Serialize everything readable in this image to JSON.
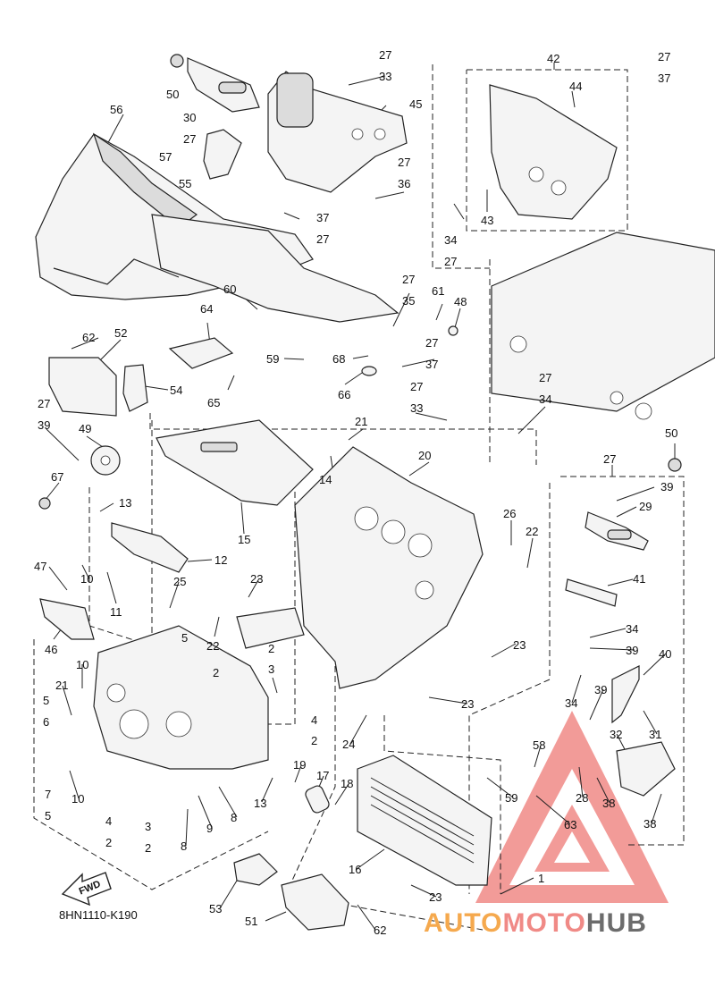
{
  "diagram": {
    "code": "8HN1110-K190",
    "fwd_label": "FWD",
    "callouts": [
      {
        "id": "n27a",
        "text": "27"
      },
      {
        "id": "n33a",
        "text": "33"
      },
      {
        "id": "n50a",
        "text": "50"
      },
      {
        "id": "n30",
        "text": "30"
      },
      {
        "id": "n27b",
        "text": "27"
      },
      {
        "id": "n45",
        "text": "45"
      },
      {
        "id": "n42",
        "text": "42"
      },
      {
        "id": "n27c",
        "text": "27"
      },
      {
        "id": "n37a",
        "text": "37"
      },
      {
        "id": "n44",
        "text": "44"
      },
      {
        "id": "n56",
        "text": "56"
      },
      {
        "id": "n57",
        "text": "57"
      },
      {
        "id": "n27d",
        "text": "27"
      },
      {
        "id": "n36",
        "text": "36"
      },
      {
        "id": "n55",
        "text": "55"
      },
      {
        "id": "n37b",
        "text": "37"
      },
      {
        "id": "n27e",
        "text": "27"
      },
      {
        "id": "n43",
        "text": "43"
      },
      {
        "id": "n34a",
        "text": "34"
      },
      {
        "id": "n27f",
        "text": "27"
      },
      {
        "id": "n60",
        "text": "60"
      },
      {
        "id": "n27g",
        "text": "27"
      },
      {
        "id": "n35",
        "text": "35"
      },
      {
        "id": "n61",
        "text": "61"
      },
      {
        "id": "n48",
        "text": "48"
      },
      {
        "id": "n64",
        "text": "64"
      },
      {
        "id": "n62a",
        "text": "62"
      },
      {
        "id": "n52",
        "text": "52"
      },
      {
        "id": "n27h",
        "text": "27"
      },
      {
        "id": "n37c",
        "text": "37"
      },
      {
        "id": "n59a",
        "text": "59"
      },
      {
        "id": "n68",
        "text": "68"
      },
      {
        "id": "n54",
        "text": "54"
      },
      {
        "id": "n65",
        "text": "65"
      },
      {
        "id": "n66",
        "text": "66"
      },
      {
        "id": "n27i",
        "text": "27"
      },
      {
        "id": "n33b",
        "text": "33"
      },
      {
        "id": "n27j",
        "text": "27"
      },
      {
        "id": "n34b",
        "text": "34"
      },
      {
        "id": "n27k",
        "text": "27"
      },
      {
        "id": "n39a",
        "text": "39"
      },
      {
        "id": "n49",
        "text": "49"
      },
      {
        "id": "n21a",
        "text": "21"
      },
      {
        "id": "n50b",
        "text": "50"
      },
      {
        "id": "n20",
        "text": "20"
      },
      {
        "id": "n14",
        "text": "14"
      },
      {
        "id": "n27l",
        "text": "27"
      },
      {
        "id": "n67",
        "text": "67"
      },
      {
        "id": "n15",
        "text": "15"
      },
      {
        "id": "n39b",
        "text": "39"
      },
      {
        "id": "n13a",
        "text": "13"
      },
      {
        "id": "n29",
        "text": "29"
      },
      {
        "id": "n26",
        "text": "26"
      },
      {
        "id": "n22a",
        "text": "22"
      },
      {
        "id": "n12",
        "text": "12"
      },
      {
        "id": "n47",
        "text": "47"
      },
      {
        "id": "n10a",
        "text": "10"
      },
      {
        "id": "n41",
        "text": "41"
      },
      {
        "id": "n25",
        "text": "25"
      },
      {
        "id": "n11",
        "text": "11"
      },
      {
        "id": "n23a",
        "text": "23"
      },
      {
        "id": "n46",
        "text": "46"
      },
      {
        "id": "n22b",
        "text": "22"
      },
      {
        "id": "n34c",
        "text": "34"
      },
      {
        "id": "n5a",
        "text": "5"
      },
      {
        "id": "n39c",
        "text": "39"
      },
      {
        "id": "n23b",
        "text": "23"
      },
      {
        "id": "n40",
        "text": "40"
      },
      {
        "id": "n10b",
        "text": "10"
      },
      {
        "id": "n2a",
        "text": "2"
      },
      {
        "id": "n3a",
        "text": "3"
      },
      {
        "id": "n21b",
        "text": "21"
      },
      {
        "id": "n2b",
        "text": "2"
      },
      {
        "id": "n39d",
        "text": "39"
      },
      {
        "id": "n5b",
        "text": "5"
      },
      {
        "id": "n6",
        "text": "6"
      },
      {
        "id": "n34d",
        "text": "34"
      },
      {
        "id": "n23c",
        "text": "23"
      },
      {
        "id": "n31",
        "text": "31"
      },
      {
        "id": "n4a",
        "text": "4"
      },
      {
        "id": "n2c",
        "text": "2"
      },
      {
        "id": "n24",
        "text": "24"
      },
      {
        "id": "n58",
        "text": "58"
      },
      {
        "id": "n32",
        "text": "32"
      },
      {
        "id": "n19",
        "text": "19"
      },
      {
        "id": "n17",
        "text": "17"
      },
      {
        "id": "n18",
        "text": "18"
      },
      {
        "id": "n13b",
        "text": "13"
      },
      {
        "id": "n59b",
        "text": "59"
      },
      {
        "id": "n28",
        "text": "28"
      },
      {
        "id": "n38a",
        "text": "38"
      },
      {
        "id": "n7",
        "text": "7"
      },
      {
        "id": "n5c",
        "text": "5"
      },
      {
        "id": "n10c",
        "text": "10"
      },
      {
        "id": "n8a",
        "text": "8"
      },
      {
        "id": "n9",
        "text": "9"
      },
      {
        "id": "n63",
        "text": "63"
      },
      {
        "id": "n38b",
        "text": "38"
      },
      {
        "id": "n4b",
        "text": "4"
      },
      {
        "id": "n3b",
        "text": "3"
      },
      {
        "id": "n2d",
        "text": "2"
      },
      {
        "id": "n2e",
        "text": "2"
      },
      {
        "id": "n8b",
        "text": "8"
      },
      {
        "id": "n16",
        "text": "16"
      },
      {
        "id": "n1",
        "text": "1"
      },
      {
        "id": "n23d",
        "text": "23"
      },
      {
        "id": "n53",
        "text": "53"
      },
      {
        "id": "n51",
        "text": "51"
      },
      {
        "id": "n62b",
        "text": "62"
      }
    ]
  },
  "watermark": {
    "part1": "AUTO",
    "part2": "MOTO",
    "part3": "HUB",
    "triangle_color": "#f08a86",
    "auto_color": "#f5a94e",
    "hub_color": "#6c6c6c"
  }
}
